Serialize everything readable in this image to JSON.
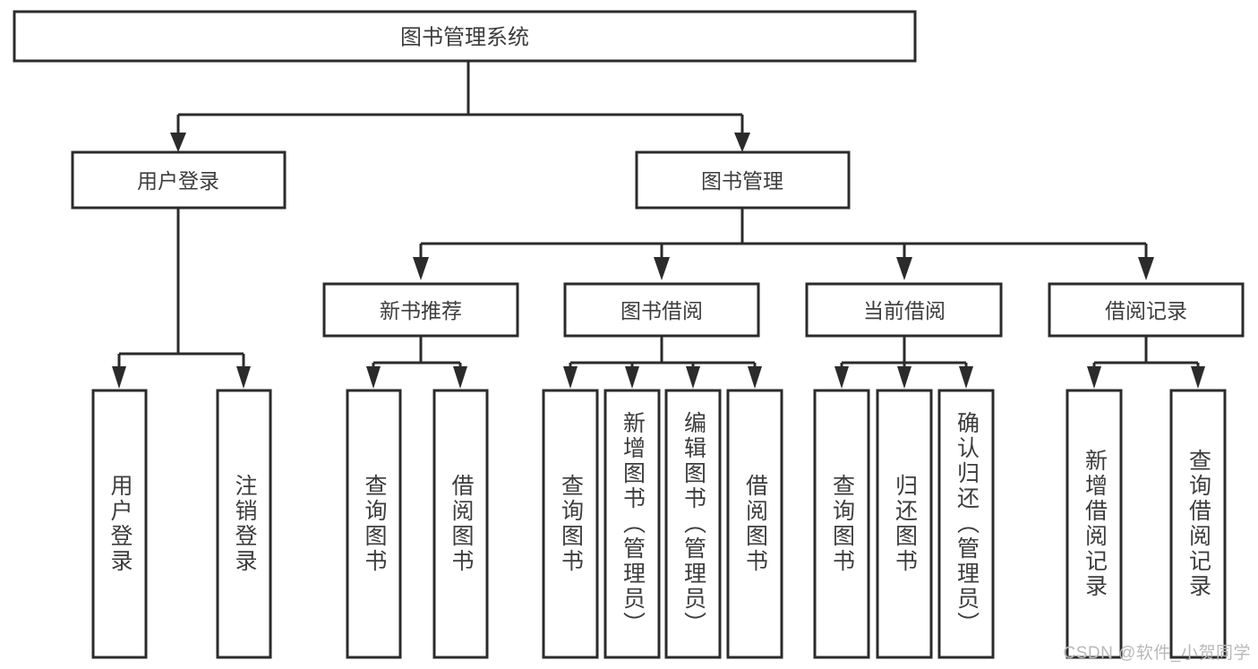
{
  "diagram": {
    "title": "图书管理系统",
    "type": "tree-hierarchy-diagram",
    "colors": {
      "stroke": "#2b2b2b",
      "box_fill": "#ffffff",
      "text": "#3d3d3d",
      "background": "#ffffff",
      "watermark": "#b9b9b9"
    },
    "root": {
      "label": "图书管理系统"
    },
    "level2": [
      {
        "label": "用户登录"
      },
      {
        "label": "图书管理"
      }
    ],
    "level3": [
      {
        "label": "新书推荐"
      },
      {
        "label": "图书借阅"
      },
      {
        "label": "当前借阅"
      },
      {
        "label": "借阅记录"
      }
    ],
    "leaves": {
      "user_login": [
        {
          "label": "用户登录"
        },
        {
          "label": "注销登录"
        }
      ],
      "new_book_recommend": [
        {
          "label": "查询图书"
        },
        {
          "label": "借阅图书"
        }
      ],
      "book_borrow": [
        {
          "label": "查询图书"
        },
        {
          "label": "新增图书（管理员）"
        },
        {
          "label": "编辑图书（管理员）"
        },
        {
          "label": "借阅图书"
        }
      ],
      "current_borrow": [
        {
          "label": "查询图书"
        },
        {
          "label": "归还图书"
        },
        {
          "label": "确认归还（管理员）"
        }
      ],
      "borrow_record": [
        {
          "label": "新增借阅记录"
        },
        {
          "label": "查询借阅记录"
        }
      ]
    }
  },
  "watermark": {
    "text": "CSDN @软件_小贺同学"
  }
}
